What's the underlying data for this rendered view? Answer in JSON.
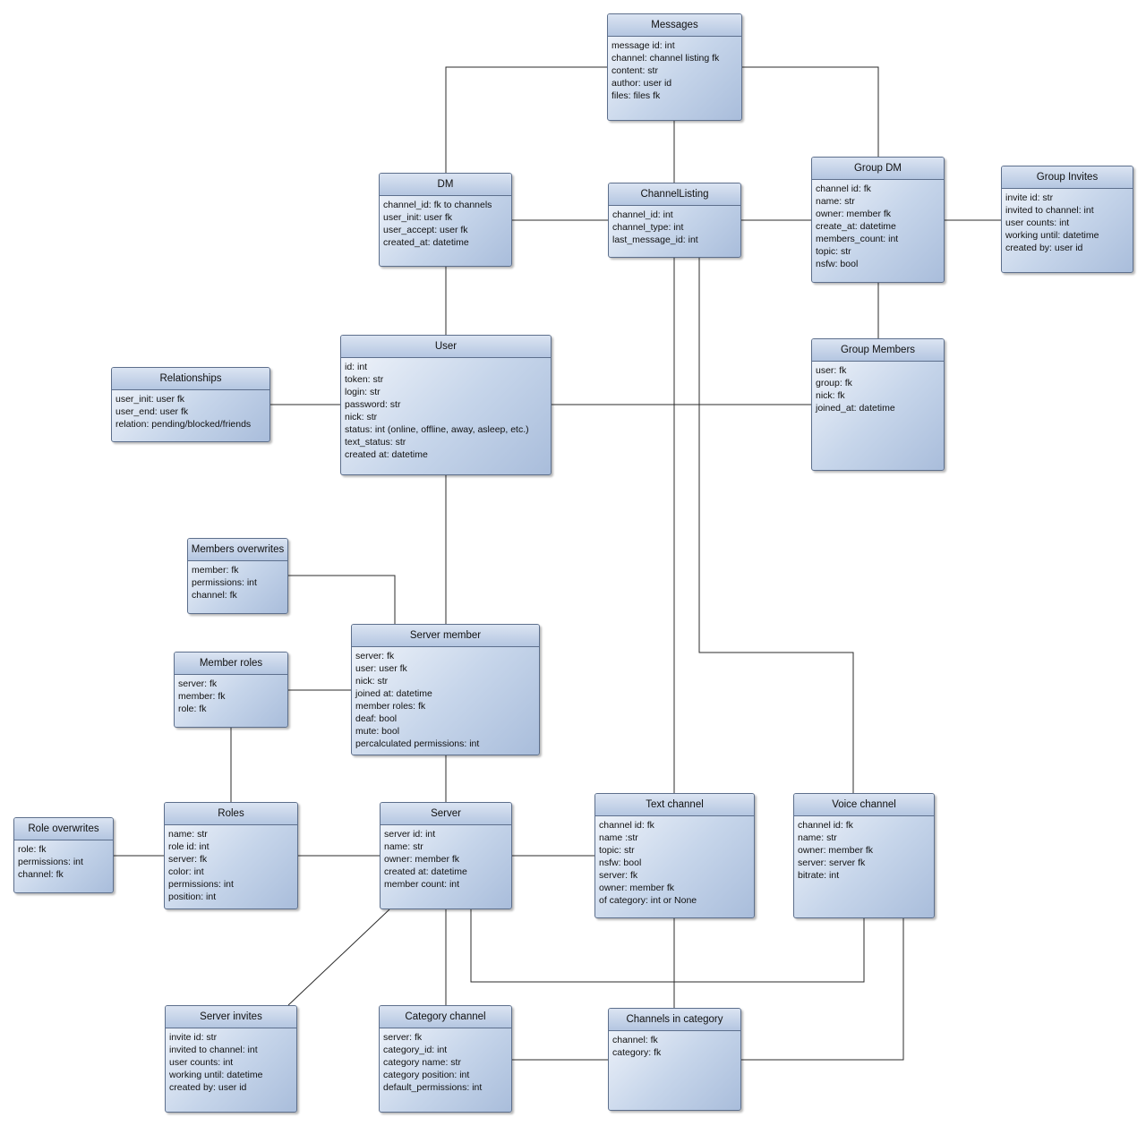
{
  "entities": {
    "messages": {
      "title": "Messages",
      "fields": [
        "message id: int",
        "channel: channel listing fk",
        "content: str",
        "author: user id",
        "files: files fk"
      ]
    },
    "dm": {
      "title": "DM",
      "fields": [
        "channel_id: fk to channels",
        "user_init: user fk",
        "user_accept: user fk",
        "created_at: datetime"
      ]
    },
    "channellisting": {
      "title": "ChannelListing",
      "fields": [
        "channel_id: int",
        "channel_type: int",
        "last_message_id: int"
      ]
    },
    "groupdm": {
      "title": "Group DM",
      "fields": [
        "channel id: fk",
        "name: str",
        "owner: member fk",
        "create_at: datetime",
        "members_count: int",
        "topic: str",
        "nsfw: bool"
      ]
    },
    "groupinvites": {
      "title": "Group Invites",
      "fields": [
        "invite id: str",
        "invited to channel: int",
        "user counts: int",
        "working until: datetime",
        "created by: user id"
      ]
    },
    "relationships": {
      "title": "Relationships",
      "fields": [
        "user_init: user fk",
        "user_end: user fk",
        "relation: pending/blocked/friends"
      ]
    },
    "user": {
      "title": "User",
      "fields": [
        "id: int",
        "token: str",
        "login: str",
        "password: str",
        "nick: str",
        "status: int (online, offline, away, asleep, etc.)",
        "text_status: str",
        "created at: datetime"
      ]
    },
    "groupmembers": {
      "title": "Group Members",
      "fields": [
        "user: fk",
        "group: fk",
        "nick: fk",
        "joined_at: datetime"
      ]
    },
    "membersoverwrites": {
      "title": "Members overwrites",
      "fields": [
        "member: fk",
        "permissions: int",
        "channel: fk"
      ]
    },
    "serverMember": {
      "title": "Server member",
      "fields": [
        "server: fk",
        "user: user fk",
        "nick: str",
        "joined at: datetime",
        "member roles: fk",
        "deaf: bool",
        "mute: bool",
        "percalculated permissions: int"
      ]
    },
    "memberroles": {
      "title": "Member roles",
      "fields": [
        "server: fk",
        "member: fk",
        "role: fk"
      ]
    },
    "roleoverwrites": {
      "title": "Role overwrites",
      "fields": [
        "role: fk",
        "permissions: int",
        "channel: fk"
      ]
    },
    "roles": {
      "title": "Roles",
      "fields": [
        "name: str",
        "role id: int",
        "server: fk",
        "color: int",
        "permissions: int",
        "position: int"
      ]
    },
    "server": {
      "title": "Server",
      "fields": [
        "server id: int",
        "name: str",
        "owner: member fk",
        "created at: datetime",
        "member count: int"
      ]
    },
    "textchannel": {
      "title": "Text channel",
      "fields": [
        "channel id: fk",
        "name :str",
        "topic: str",
        "nsfw: bool",
        "server: fk",
        "owner: member fk",
        "of category: int or None"
      ]
    },
    "voicechannel": {
      "title": "Voice channel",
      "fields": [
        "channel id: fk",
        "name: str",
        "owner: member fk",
        "server: server fk",
        "bitrate: int"
      ]
    },
    "serverinvites": {
      "title": "Server invites",
      "fields": [
        "invite id: str",
        "invited to channel: int",
        "user counts: int",
        "working until: datetime",
        "created by: user id"
      ]
    },
    "categorychannel": {
      "title": "Category channel",
      "fields": [
        "server: fk",
        "category_id: int",
        "category name: str",
        "category position: int",
        "default_permissions: int"
      ]
    },
    "channelsincategory": {
      "title": "Channels in category",
      "fields": [
        "channel: fk",
        "category: fk"
      ]
    }
  }
}
